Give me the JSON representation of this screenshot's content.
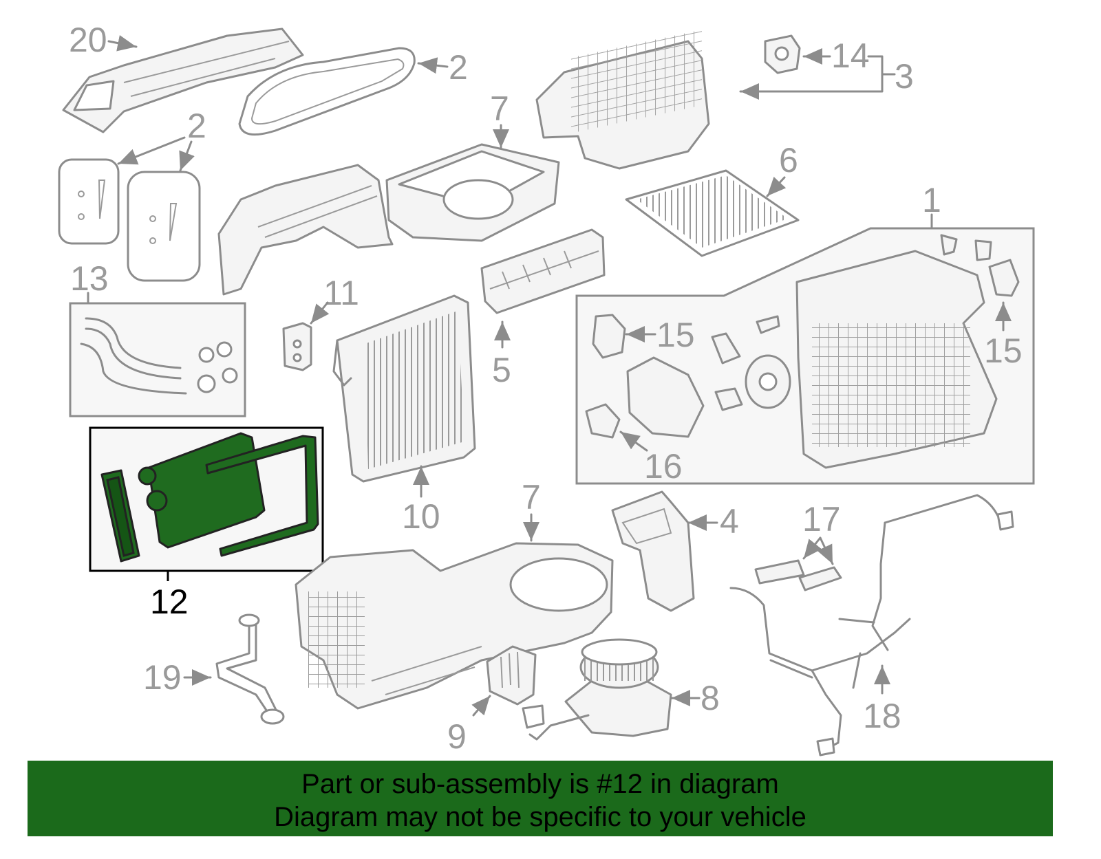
{
  "callouts": {
    "c1": "1",
    "c2a": "2",
    "c2b": "2",
    "c3": "3",
    "c4": "4",
    "c5": "5",
    "c6": "6",
    "c7a": "7",
    "c7b": "7",
    "c8": "8",
    "c9": "9",
    "c10": "10",
    "c11": "11",
    "c12": "12",
    "c13": "13",
    "c14": "14",
    "c15a": "15",
    "c15b": "15",
    "c16": "16",
    "c17": "17",
    "c18": "18",
    "c19": "19",
    "c20": "20"
  },
  "highlighted_part": "12",
  "colors": {
    "highlight": "#1f6b1f",
    "banner": "#1b6a1b",
    "parts": "#8c8c8c"
  },
  "banner": {
    "line1": "Part or sub-assembly is #12 in diagram",
    "line2": "Diagram may not be specific to your vehicle"
  }
}
